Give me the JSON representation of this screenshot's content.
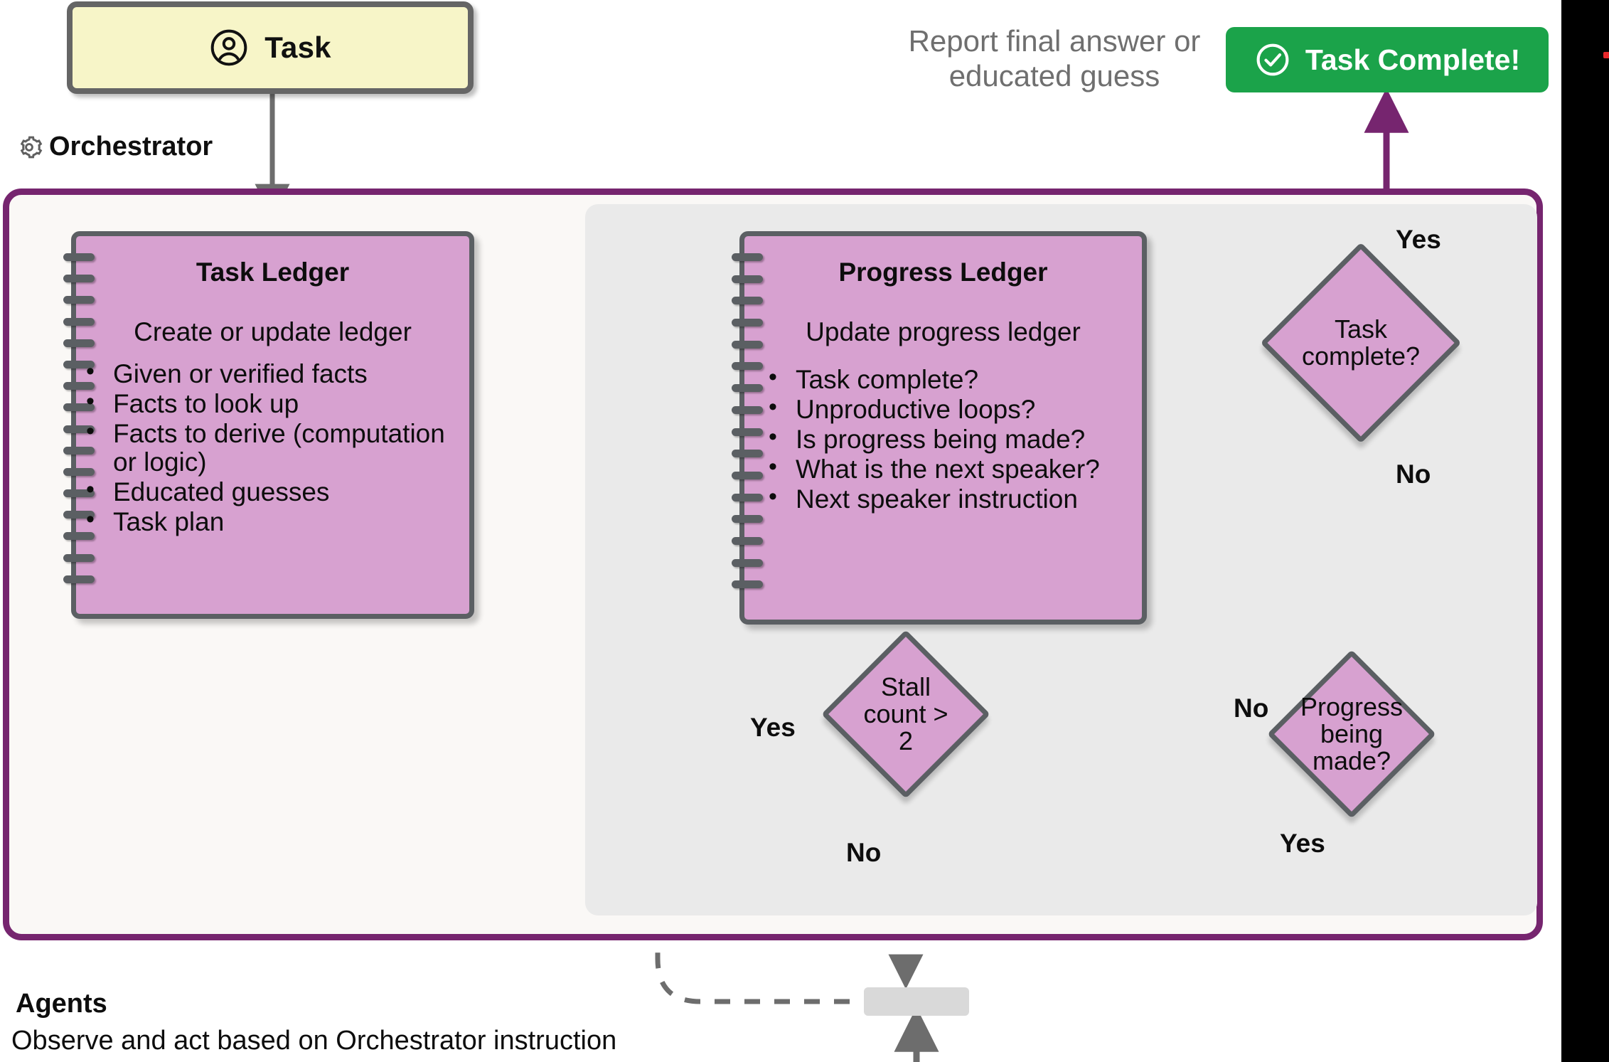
{
  "diagram": {
    "title": "Magentic-One Orchestrator flow",
    "colors": {
      "panel_border": "#76256f",
      "panel_bg": "#faf8f6",
      "inner_panel_bg": "#eaeaea",
      "ledger_fill": "#d7a1d0",
      "ledger_stroke": "#5b5f63",
      "task_card_fill": "#f7f5c8",
      "task_card_stroke": "#656565",
      "complete_green": "#1ba34a",
      "solid_edge": "#76256f",
      "dashed_edge": "#6d6d6d",
      "text": "#0d0d0d",
      "muted_text": "#6f6f6f",
      "agent_box": "#d9d9d9",
      "strip_black": "#000000",
      "red_dot": "#e8282b"
    }
  },
  "task_card": {
    "label": "Task",
    "icon": "person-circle-icon"
  },
  "report": {
    "text": "Report final answer or educated guess"
  },
  "complete_pill": {
    "label": "Task Complete!",
    "icon": "check-circle-icon"
  },
  "orchestrator": {
    "caption": "Orchestrator",
    "icon": "gear-icon"
  },
  "task_ledger": {
    "title": "Task Ledger",
    "subtitle": "Create or update ledger",
    "items": [
      "Given or verified facts",
      "Facts to look up",
      "Facts to derive (computation or logic)",
      "Educated guesses",
      "Task plan"
    ]
  },
  "progress_ledger": {
    "title": "Progress Ledger",
    "subtitle": "Update progress ledger",
    "items": [
      "Task complete?",
      "Unproductive loops?",
      "Is progress being made?",
      "What is the next speaker?",
      "Next speaker instruction"
    ]
  },
  "decisions": [
    {
      "id": "task-complete",
      "text": "Task\ncomplete?",
      "yes_label": "Yes",
      "no_label": "No"
    },
    {
      "id": "progress-made",
      "text": "Progress\nbeing\nmade?",
      "yes_label": "Yes",
      "no_label": "No"
    },
    {
      "id": "stall-count",
      "text": "Stall\ncount >\n2",
      "yes_label": "Yes",
      "no_label": "No"
    }
  ],
  "edge_labels": {
    "yes_task_complete": "Yes",
    "no_task_complete": "No",
    "no_progress_made": "No",
    "yes_progress_made": "Yes",
    "yes_stall_count": "Yes",
    "no_stall_count": "No"
  },
  "agents": {
    "title": "Agents",
    "subtitle": "Observe and act based on Orchestrator instruction"
  }
}
